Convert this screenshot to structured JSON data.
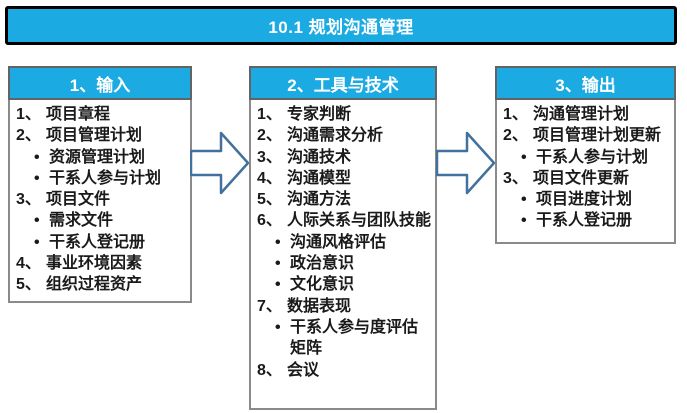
{
  "title": "10.1 规划沟通管理",
  "colors": {
    "accent_cyan": "#1caae2",
    "title_border": "#000000",
    "box_border": "#8a8a8a",
    "header_border": "#636363",
    "arrow_stroke": "#41719c",
    "arrow_fill": "#ffffff",
    "header_text": "#ffffff",
    "body_text": "#1a1a1a"
  },
  "columns": [
    {
      "id": "input",
      "header": "1、输入",
      "items": [
        {
          "marker": "1、",
          "label": "项目章程",
          "level": 0
        },
        {
          "marker": "2、",
          "label": "项目管理计划",
          "level": 0
        },
        {
          "marker": "•",
          "label": "资源管理计划",
          "level": 1
        },
        {
          "marker": "•",
          "label": "干系人参与计划",
          "level": 1
        },
        {
          "marker": "3、",
          "label": "项目文件",
          "level": 0
        },
        {
          "marker": "•",
          "label": "需求文件",
          "level": 1
        },
        {
          "marker": "•",
          "label": "干系人登记册",
          "level": 1
        },
        {
          "marker": "4、",
          "label": "事业环境因素",
          "level": 0
        },
        {
          "marker": "5、",
          "label": "组织过程资产",
          "level": 0
        }
      ]
    },
    {
      "id": "tools-techniques",
      "header": "2、工具与技术",
      "items": [
        {
          "marker": "1、",
          "label": "专家判断",
          "level": 0
        },
        {
          "marker": "2、",
          "label": "沟通需求分析",
          "level": 0
        },
        {
          "marker": "3、",
          "label": "沟通技术",
          "level": 0
        },
        {
          "marker": "4、",
          "label": "沟通模型",
          "level": 0
        },
        {
          "marker": "5、",
          "label": "沟通方法",
          "level": 0
        },
        {
          "marker": "6、",
          "label": "人际关系与团队技能",
          "level": 0
        },
        {
          "marker": "•",
          "label": "沟通风格评估",
          "level": 1
        },
        {
          "marker": "•",
          "label": "政治意识",
          "level": 1
        },
        {
          "marker": "•",
          "label": "文化意识",
          "level": 1
        },
        {
          "marker": "7、",
          "label": "数据表现",
          "level": 0
        },
        {
          "marker": "•",
          "label": "干系人参与度评估矩阵",
          "level": 1
        },
        {
          "marker": "8、",
          "label": "会议",
          "level": 0
        }
      ]
    },
    {
      "id": "output",
      "header": "3、输出",
      "items": [
        {
          "marker": "1、",
          "label": "沟通管理计划",
          "level": 0
        },
        {
          "marker": "2、",
          "label": "项目管理计划更新",
          "level": 0
        },
        {
          "marker": "•",
          "label": "干系人参与计划",
          "level": 1
        },
        {
          "marker": "3、",
          "label": "项目文件更新",
          "level": 0
        },
        {
          "marker": "•",
          "label": "项目进度计划",
          "level": 1
        },
        {
          "marker": "•",
          "label": "干系人登记册",
          "level": 1
        }
      ]
    }
  ],
  "arrows": [
    {
      "name": "input-to-tools-arrow",
      "direction": "right"
    },
    {
      "name": "tools-to-output-arrow",
      "direction": "right"
    }
  ]
}
